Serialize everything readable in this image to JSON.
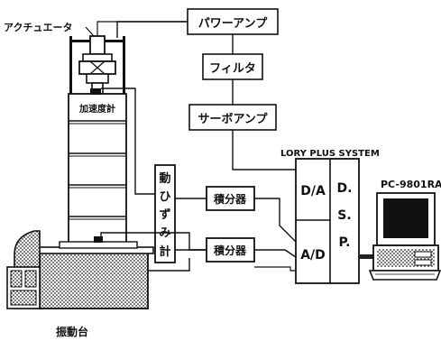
{
  "diagram": {
    "labels": {
      "actuator": "アクチュエータ",
      "power_amp": "パワーアンプ",
      "filter": "フィルタ",
      "servo_amp": "サーボアンプ",
      "lory": "LORY PLUS SYSTEM",
      "pc": "PC-9801RA",
      "accelerometer": "加速度計",
      "strain_gauge": [
        "動",
        "ひ",
        "ず",
        "み",
        "計"
      ],
      "integrator_1": "積分器",
      "integrator_2": "積分器",
      "da": "D/A",
      "ad": "A/D",
      "dsp": [
        "D.",
        "S.",
        "P."
      ],
      "shake_table": "振動台"
    }
  }
}
